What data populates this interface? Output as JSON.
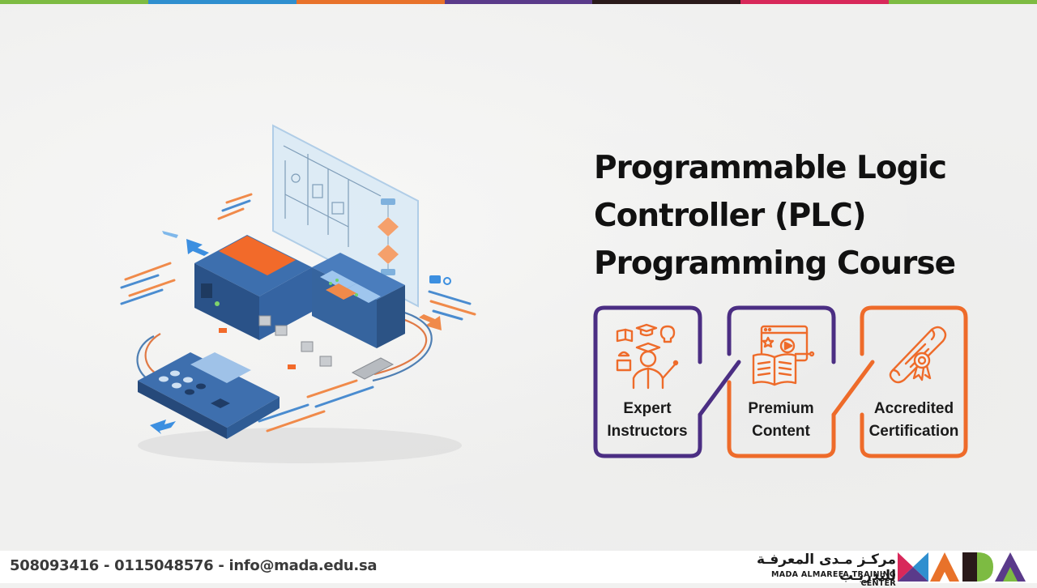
{
  "colors": {
    "top_stripes": [
      "#7dbb42",
      "#2f8fcf",
      "#e8722a",
      "#5a3a8a",
      "#2a1a1a",
      "#d8285a",
      "#7dbb42"
    ],
    "purple": "#4b2e83",
    "orange": "#ee6b2a",
    "device_blue": "#2f5f9a",
    "device_orange": "#f26a2a"
  },
  "title": {
    "line1": "Programmable Logic",
    "line2": "Controller (PLC)",
    "line3": "Programming Course"
  },
  "features": [
    {
      "icon": "instructor-icon",
      "line1": "Expert",
      "line2": "Instructors"
    },
    {
      "icon": "content-icon",
      "line1": "Premium",
      "line2": "Content"
    },
    {
      "icon": "certificate-icon",
      "line1": "Accredited",
      "line2": "Certification"
    }
  ],
  "footer": {
    "contact": "508093416 - 0115048576 - info@mada.edu.sa",
    "brand_ar": "مركـز مـدى المعرفـة للتدريـب",
    "brand_en": "MADA ALMAREFA TRAINING CENTER",
    "logo": "MADA"
  }
}
